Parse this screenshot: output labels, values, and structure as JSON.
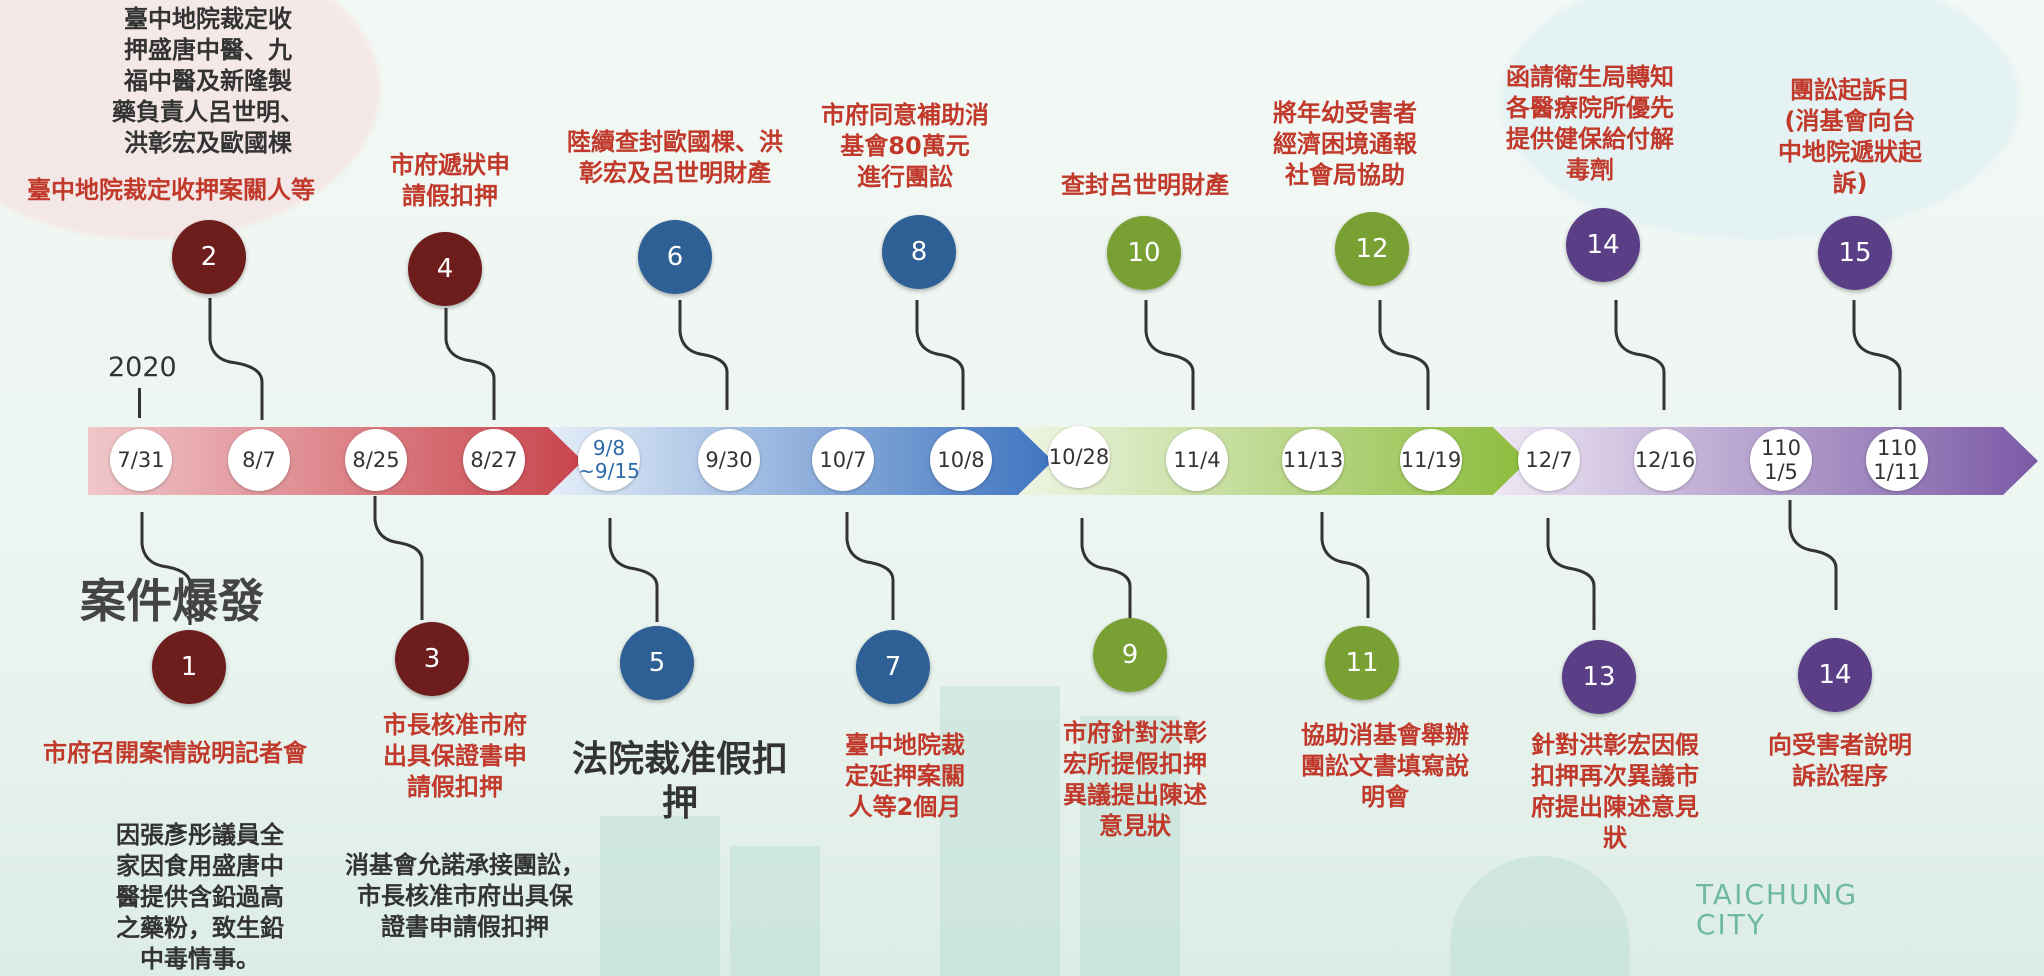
{
  "year_label": "2020",
  "main_title": "案件爆發",
  "brand": {
    "line1": "TAICHUNG",
    "line2": "CITY"
  },
  "dates": [
    {
      "label": "7/31"
    },
    {
      "label": "8/7"
    },
    {
      "label": "8/25"
    },
    {
      "label": "8/27"
    },
    {
      "label": "9/8\n~9/15"
    },
    {
      "label": "9/30"
    },
    {
      "label": "10/7"
    },
    {
      "label": "10/8"
    },
    {
      "label": "10/28"
    },
    {
      "label": "11/4"
    },
    {
      "label": "11/13"
    },
    {
      "label": "11/19"
    },
    {
      "label": "12/7"
    },
    {
      "label": "12/16"
    },
    {
      "label": "110\n1/5"
    },
    {
      "label": "110\n1/11"
    }
  ],
  "events": [
    {
      "num": "1",
      "title": "市府召開案情說明記者會",
      "note": "因張彥彤議員全\n家因食用盛唐中\n醫提供含鉛過高\n之藥粉，致生鉛\n中毒情事。"
    },
    {
      "num": "2",
      "title": "臺中地院裁定收押案關人等",
      "note": "臺中地院裁定收\n押盛唐中醫、九\n福中醫及新隆製\n藥負責人呂世明、\n洪彰宏及歐國棵"
    },
    {
      "num": "3",
      "title": "市長核准市府\n出具保證書申\n請假扣押",
      "note": "消基會允諾承接團訟，\n市長核准市府出具保\n證書申請假扣押"
    },
    {
      "num": "4",
      "title": "市府遞狀申\n請假扣押"
    },
    {
      "num": "5",
      "title": "法院裁准假扣\n押"
    },
    {
      "num": "6",
      "title": "陸續查封歐國棵、洪\n彰宏及呂世明財產"
    },
    {
      "num": "7",
      "title": "臺中地院裁\n定延押案關\n人等2個月"
    },
    {
      "num": "8",
      "title": "市府同意補助消\n基會80萬元\n進行團訟"
    },
    {
      "num": "9",
      "title": "市府針對洪彰\n宏所提假扣押\n異議提出陳述\n意見狀"
    },
    {
      "num": "10",
      "title": "查封呂世明財產"
    },
    {
      "num": "11",
      "title": "協助消基會舉辦\n團訟文書填寫說\n明會"
    },
    {
      "num": "12",
      "title": "將年幼受害者\n經濟困境通報\n社會局協助"
    },
    {
      "num": "13",
      "title": "針對洪彰宏因假\n扣押再次異議市\n府提出陳述意見\n狀"
    },
    {
      "num": "14",
      "title": "函請衛生局轉知\n各醫療院所優先\n提供健保給付解\n毒劑"
    },
    {
      "num": "14",
      "title": "向受害者說明\n訴訟程序"
    },
    {
      "num": "15",
      "title": "團訟起訴日\n(消基會向台\n中地院遞狀起\n訴)"
    }
  ],
  "colors": {
    "maroon": "#6e1d1d",
    "blue": "#2e5f95",
    "green": "#78a032",
    "purple": "#5b3f86",
    "band_red": "#c9444c",
    "band_blue": "#3e74c0",
    "band_green": "#8cbc3c",
    "band_purple": "#7b5aa6",
    "label_red": "#c0392b"
  }
}
